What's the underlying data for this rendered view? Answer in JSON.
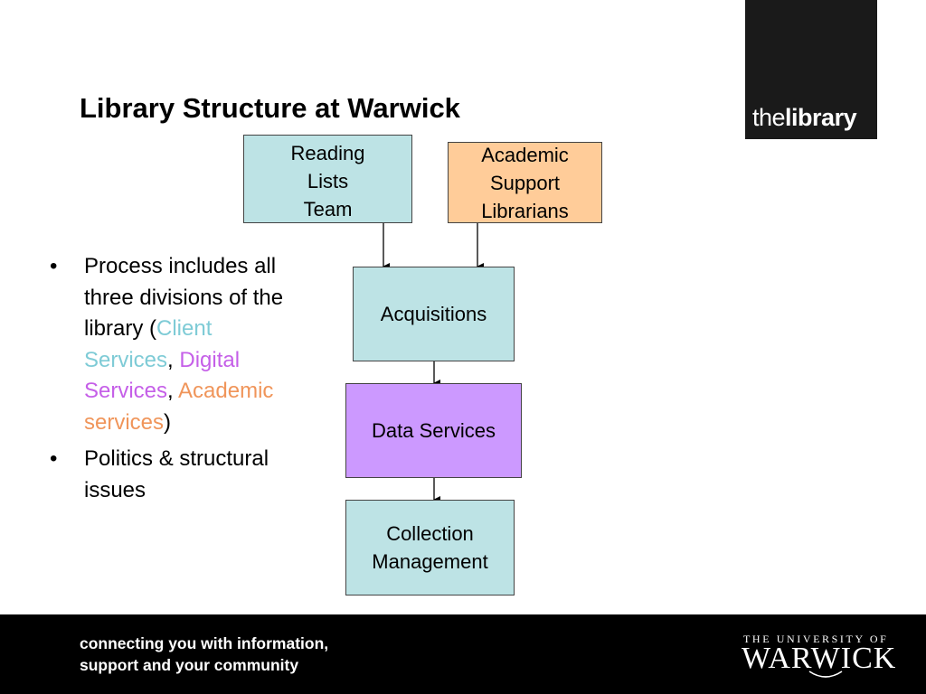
{
  "slide": {
    "title": "Library Structure at Warwick"
  },
  "logo": {
    "prefix": "the",
    "name": "library"
  },
  "bullets": {
    "marker": "•",
    "item1": {
      "intro": "Process includes all three divisions of the library (",
      "client": "Client Services",
      "sep1": ", ",
      "digital": "Digital Services",
      "sep2": ", ",
      "academic": "Academic services",
      "close": ")"
    },
    "item2": {
      "text": "Politics & structural issues"
    }
  },
  "diagram": {
    "reading_lists": "Reading\nLists\nTeam",
    "academic_support": "Academic\nSupport\nLibrarians",
    "acquisitions": "Acquisitions",
    "data_services": "Data Services",
    "collection_management": "Collection\nManagement"
  },
  "footer": {
    "tagline": "connecting you with information,\nsupport and your community",
    "university_top": "THE UNIVERSITY OF",
    "university_name": "WARWICK"
  },
  "colors": {
    "teal_box": "#bde3e5",
    "orange_box": "#ffcc99",
    "purple_box": "#cc99ff",
    "client_services": "#7ecbd6",
    "digital_services": "#c55fe8",
    "academic_services": "#f0955a"
  }
}
